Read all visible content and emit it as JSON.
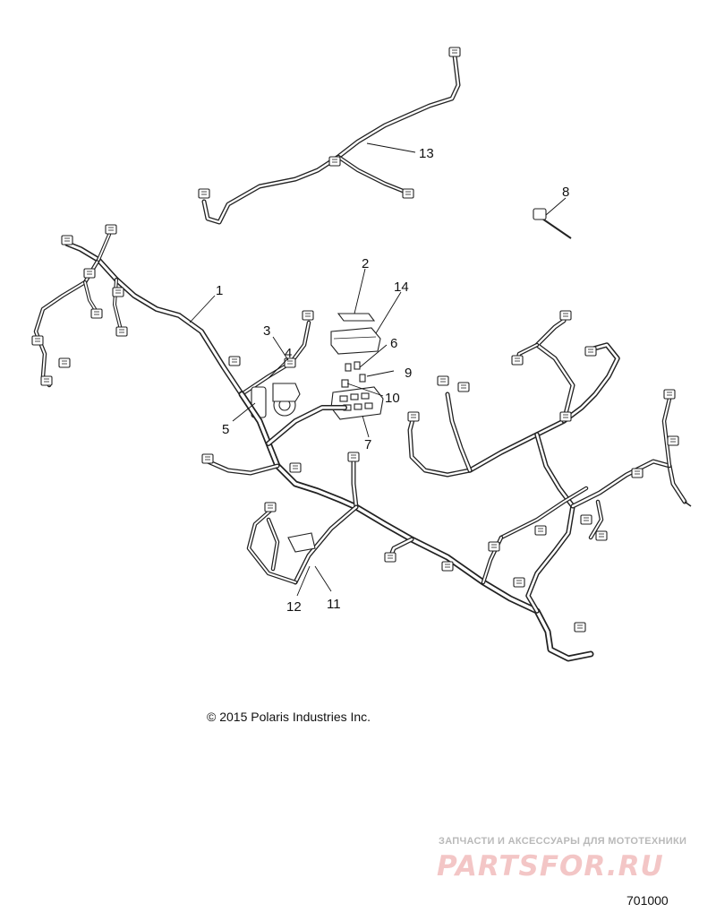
{
  "diagram": {
    "callouts": [
      {
        "id": "1",
        "label": "1"
      },
      {
        "id": "2",
        "label": "2"
      },
      {
        "id": "3",
        "label": "3"
      },
      {
        "id": "4",
        "label": "4"
      },
      {
        "id": "5",
        "label": "5"
      },
      {
        "id": "6",
        "label": "6"
      },
      {
        "id": "7",
        "label": "7"
      },
      {
        "id": "8",
        "label": "8"
      },
      {
        "id": "9",
        "label": "9"
      },
      {
        "id": "10",
        "label": "10"
      },
      {
        "id": "11",
        "label": "11"
      },
      {
        "id": "12",
        "label": "12"
      },
      {
        "id": "13",
        "label": "13"
      },
      {
        "id": "14",
        "label": "14"
      }
    ]
  },
  "copyright": "© 2015 Polaris Industries Inc.",
  "watermark": {
    "tagline": "ЗАПЧАСТИ И АКСЕССУАРЫ ДЛЯ МОТОТЕХНИКИ",
    "logo_text": "PARTSFOR.RU",
    "color": "#f3c6c6"
  },
  "reference_number": "701000"
}
